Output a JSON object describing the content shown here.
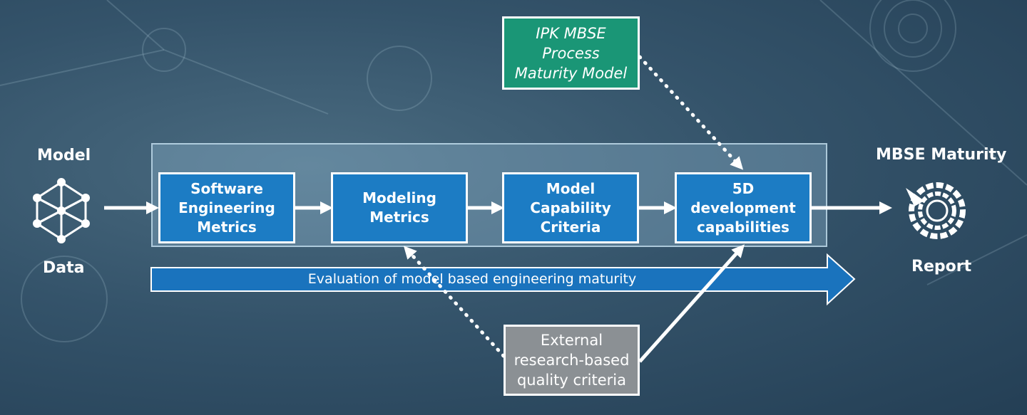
{
  "input": {
    "top_label": "Model",
    "bottom_label": "Data",
    "icon": "neural-network-icon"
  },
  "output": {
    "top_label": "MBSE Maturity",
    "bottom_label": "Report",
    "icon": "sunburst-chart-icon"
  },
  "process_boxes": [
    {
      "label": "Software\nEngineering\nMetrics"
    },
    {
      "label": "Modeling\nMetrics"
    },
    {
      "label": "Model\nCapability\nCriteria"
    },
    {
      "label": "5D\ndevelopment\ncapabilities"
    }
  ],
  "top_source": {
    "label": "IPK MBSE\nProcess\nMaturity Model"
  },
  "bottom_source": {
    "label": "External\nresearch-based\nquality criteria"
  },
  "banner": {
    "label": "Evaluation of model based engineering maturity"
  },
  "colors": {
    "process_blue": "#1c7cc4",
    "top_green": "#1a9676",
    "bottom_gray": "#8b9094",
    "banner_blue": "#1a73bd"
  }
}
